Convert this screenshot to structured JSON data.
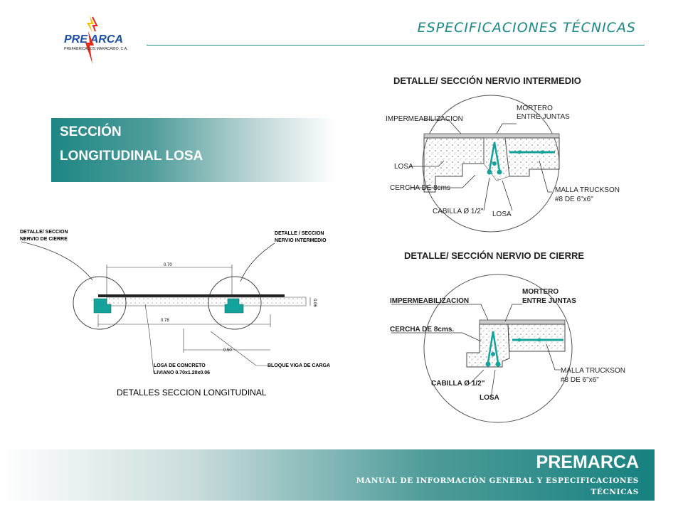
{
  "logo": {
    "text": "PRE ARCA",
    "subtext": "PREFABRICADOS MARACAIBO, C.A."
  },
  "header": {
    "title": "ESPECIFICACIONES TÉCNICAS"
  },
  "section": {
    "line1": "SECCIÓN",
    "line2": "LONGITUDINAL LOSA"
  },
  "detail_top": {
    "title": "DETALLE/ SECCIÓN NERVIO INTERMEDIO",
    "labels": {
      "impermeabilizacion": "IMPERMEABILIZACION",
      "mortero1": "MORTERO",
      "mortero2": "ENTRE JUNTAS",
      "losa_left": "LOSA",
      "cercha": "CERCHA DE 8cms",
      "malla1": "MALLA TRUCKSON",
      "malla2": "#8 DE 6\"x6\"",
      "cabilla": "CABILLA Ø 1/2\"",
      "losa_bottom": "LOSA"
    }
  },
  "detail_bottom": {
    "title": "DETALLE/ SECCIÓN NERVIO DE CIERRE",
    "labels": {
      "impermeabilizacion": "IMPERMEABILIZACION",
      "mortero1": "MORTERO",
      "mortero2": "ENTRE JUNTAS",
      "cercha": "CERCHA DE 8cms.",
      "malla1": "MALLA TRUCKSON",
      "malla2": "#8 DE 6\"x6\"",
      "cabilla": "CABILLA Ø 1/2\"",
      "losa": "LOSA"
    }
  },
  "longitudinal": {
    "caption": "DETALLES SECCION LONGITUDINAL",
    "label_cierre1": "DETALLE/ SECCION",
    "label_cierre2": "NERVIO  DE CIERRE",
    "label_inter1": "DETALLE / SECCION",
    "label_inter2": "NERVIO INTERMEDIO",
    "dim_070": "0.70",
    "dim_078": "0.78",
    "dim_050": "0.50",
    "dim_006": "0.06",
    "losa1": "LOSA DE CONCRETO",
    "losa2": "LIVIANO 0.70x1.20x0.06",
    "bloque": "BLOQUE VIGA DE CARGA"
  },
  "footer": {
    "brand": "PREMARCA",
    "subtitle_line1": "MANUAL DE INFORMACIÓN GENERAL Y ESPECIFICACIONES",
    "subtitle_line2": "TÉCNICAS"
  },
  "colors": {
    "accent": "#1a8a86",
    "steel": "#14a39a",
    "line": "#333333"
  }
}
